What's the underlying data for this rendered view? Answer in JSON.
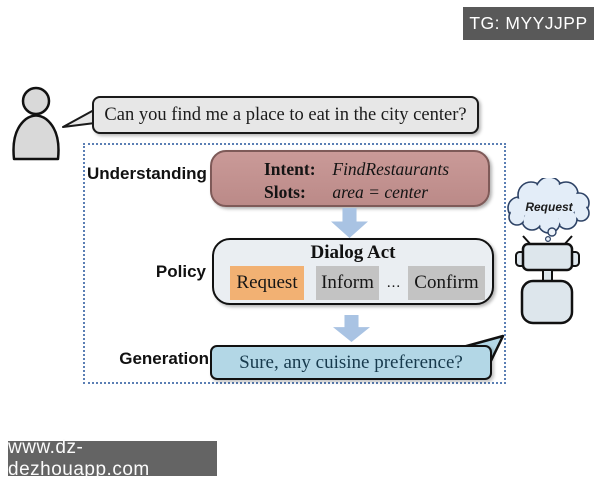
{
  "watermark_top": {
    "text": "TG: MYYJJPP"
  },
  "watermark_bottom": {
    "text": "www.dz-dezhouapp.com"
  },
  "user": {
    "utterance": "Can you find me a place to eat in the city center?"
  },
  "stages": {
    "understanding": {
      "label": "Understanding",
      "intent_key": "Intent:",
      "intent_value": "FindRestaurants",
      "slots_key": "Slots:",
      "slots_value": "area = center"
    },
    "policy": {
      "label": "Policy",
      "box_title": "Dialog Act",
      "acts": [
        "Request",
        "Inform",
        "Confirm"
      ],
      "ellipsis": "..."
    },
    "generation": {
      "label": "Generation",
      "response": "Sure, any cuisine preference?"
    }
  },
  "robot": {
    "thought": "Request"
  },
  "colors": {
    "understanding_fill": "#c39291",
    "understanding_border": "#7e5a58",
    "policy_fill": "#eaeef2",
    "request_chip": "#f2b173",
    "act_chip": "#c3c3c3",
    "generation_fill": "#b3d7e6",
    "arrow": "#a9c3e3",
    "dashed_border": "#5b7fb4",
    "badge_bg": "#595959"
  }
}
